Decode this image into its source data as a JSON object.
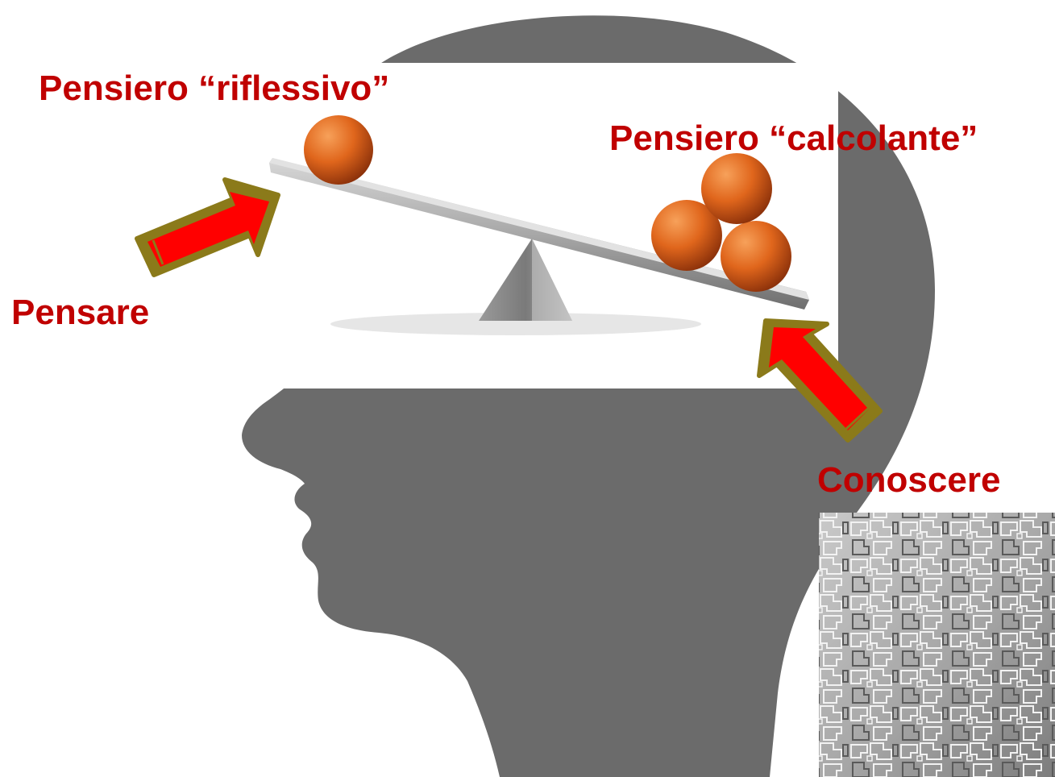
{
  "labels": {
    "riflessivo": "Pensiero “riflessivo”",
    "calcolante": "Pensiero “calcolante”",
    "pensare": "Pensare",
    "conoscere": "Conoscere"
  },
  "colors": {
    "label_text": "#c00000",
    "head_silhouette": "#6b6b6b",
    "arrow_fill": "#ff0000",
    "arrow_border": "#8b7a1a",
    "ball": "#d9601a",
    "beam": "#9a9a9a"
  },
  "icons": {
    "head": "head-silhouette-icon",
    "scale": "balance-scale-icon",
    "arrow": "arrow-icon",
    "texture": "stone-texture-icon"
  }
}
